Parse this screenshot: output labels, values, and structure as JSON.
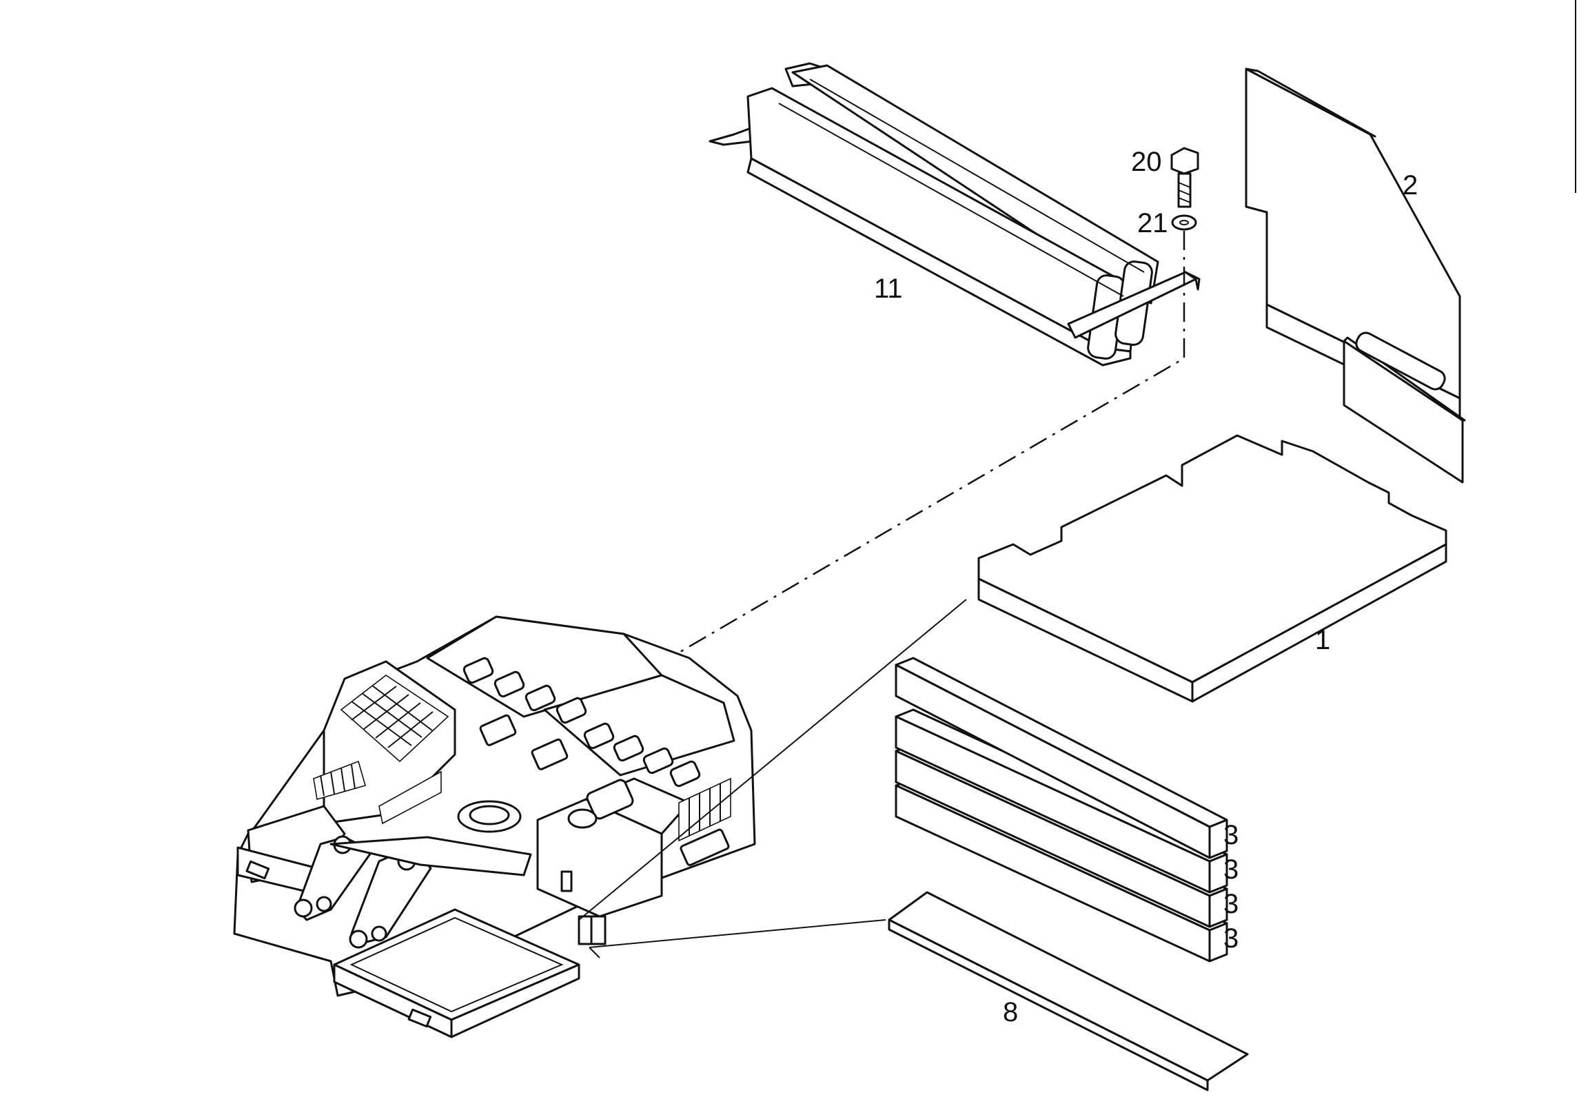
{
  "diagram": {
    "callouts": {
      "c1": "1",
      "c2": "2",
      "c3a": "3",
      "c3b": "3",
      "c3c": "3",
      "c3d": "3",
      "c8": "8",
      "c11": "11",
      "c20": "20",
      "c21": "21"
    }
  }
}
